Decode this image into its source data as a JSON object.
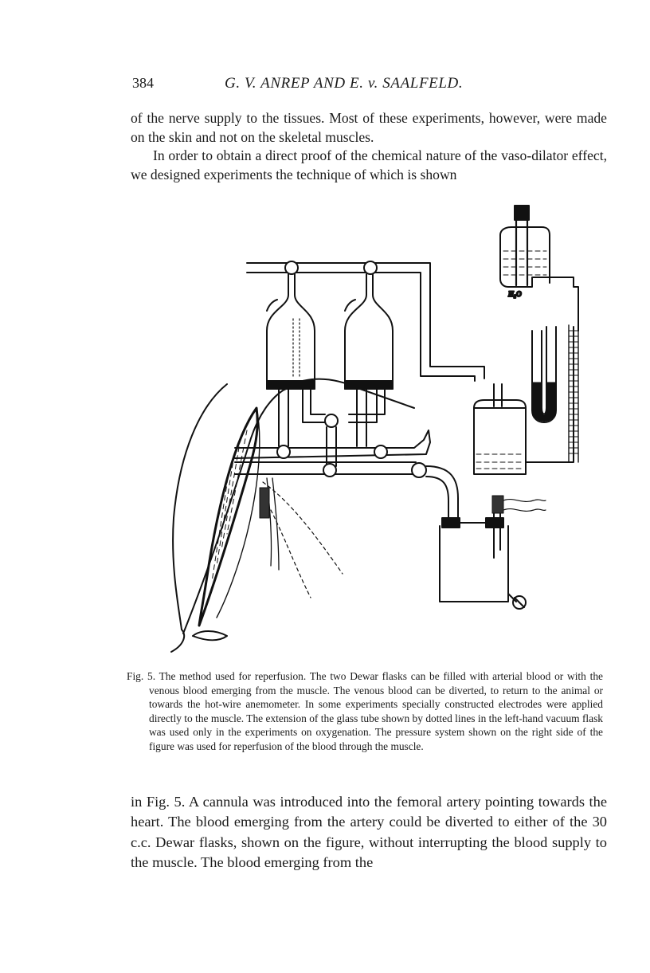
{
  "header": {
    "page_number": "384",
    "running_head": "G. V. ANREP AND E. v. SAALFELD."
  },
  "text_top": {
    "p1": "of the nerve supply to the tissues. Most of these experiments, however, were made on the skin and not on the skeletal muscles.",
    "p2": "In order to obtain a direct proof of the chemical nature of the vaso-dilator effect, we designed experiments the technique of which is shown"
  },
  "figure": {
    "label_h2o": "H₂O",
    "caption": "Fig. 5. The method used for reperfusion. The two Dewar flasks can be filled with arterial blood or with the venous blood emerging from the muscle. The venous blood can be diverted, to return to the animal or towards the hot-wire anemometer. In some experiments specially constructed electrodes were applied directly to the muscle. The extension of the glass tube shown by dotted lines in the left-hand vacuum flask was used only in the experiments on oxygenation. The pressure system shown on the right side of the figure was used for reperfusion of the blood through the muscle."
  },
  "text_bottom": {
    "p3": "in Fig. 5. A cannula was introduced into the femoral artery pointing towards the heart. The blood emerging from the artery could be diverted to either of the 30 c.c. Dewar flasks, shown on the figure, without interrupting the blood supply to the muscle. The blood emerging from the"
  }
}
